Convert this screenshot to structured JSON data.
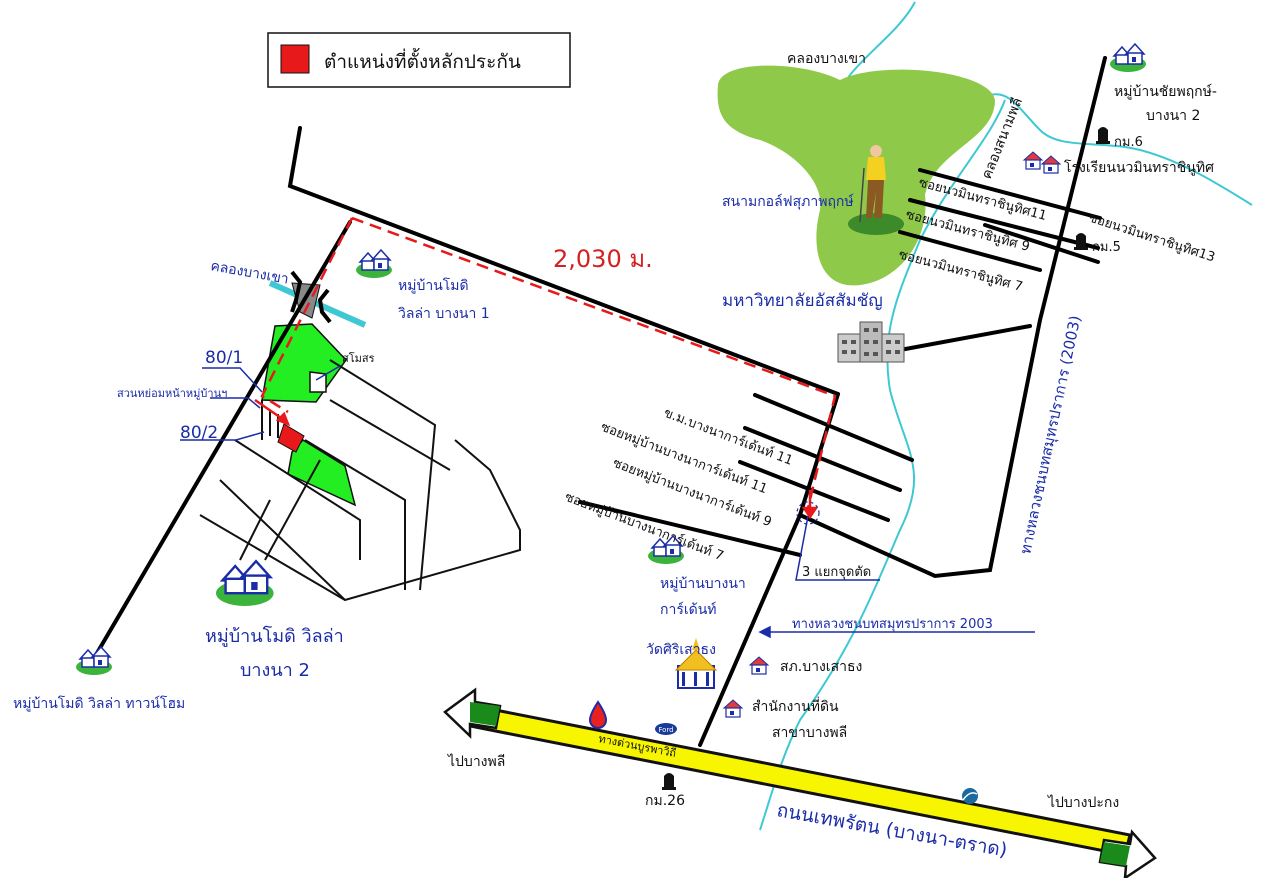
{
  "legend": {
    "label": "ตำแหน่งที่ตั้งหลักประกัน",
    "swatch_color": "#e8191a"
  },
  "distance_label": "2,030 ม.",
  "waterways": {
    "canal_top": "คลองบางเขา",
    "canal_left": "คลองบางเขา",
    "canal_right": "คลองสนามพลี"
  },
  "parcels": {
    "p1": "80/1",
    "p2": "80/2",
    "park": "สวนหย่อมหน้าหมู่บ้านฯ",
    "club": "สโมสร"
  },
  "villages": {
    "modi1_line1": "หมู่บ้านโมดิ",
    "modi1_line2": "วิลล่า บางนา 1",
    "modi2_line1": "หมู่บ้านโมดิ วิลล่า",
    "modi2_line2": "บางนา 2",
    "townhome": "หมู่บ้านโมดิ วิลล่า ทาวน์โฮม",
    "garden_line1": "หมู่บ้านบางนา",
    "garden_line2": "การ์เด้นท์",
    "chai_line1": "หมู่บ้านชัยพฤกษ์-",
    "chai_line2": "บางนา 2"
  },
  "roads": {
    "khm_bangna": "ข.ม.บางนาการ์เด้นท์ 11",
    "soi11": "ซอยหมู่บ้านบางนาการ์เด้นท์ 11",
    "soi9": "ซอยหมู่บ้านบางนาการ์เด้นท์ 9",
    "soi7": "ซอยหมู่บ้านบางนาการ์เด้นท์ 7",
    "nawamin11": "ซอยนวมินทราชินูทิศ11",
    "nawamin9": "ซอยนวมินทราชินูทิศ 9",
    "nawamin7": "ซอยนวมินทราชินูทิศ 7",
    "nawamin13": "ซอยนวมินทราชินูทิศ13",
    "highway_vertical": "ทางหลวงชนบทสมุทรปราการ (2003)",
    "highway_pointer": "ทางหลวงชนบทสมุทรปราการ 2003",
    "junction": "3 แยกจุดตัด",
    "expressway": "ทางด่วนบูรพาวิถี",
    "main_road": "ถนนเทพรัตน (บางนา-ตราด)",
    "to_bangphli": "ไปบางพลี",
    "to_bangpakong": "ไปบางปะกง"
  },
  "km": {
    "km6": "กม.6",
    "km5": "กม.5",
    "km26": "กม.26"
  },
  "landmarks": {
    "golf": "สนามกอล์ฟสุภาพฤกษ์",
    "university": "มหาวิทยาลัยอัสสัมชัญ",
    "school": "โรงเรียนนวมินทราชินูทิศ",
    "temple": "วัดศิริเสาธง",
    "police": "สภ.บางเสาธง",
    "land_office_line1": "สำนักงานที่ดิน",
    "land_office_line2": "สาขาบางพลี"
  },
  "colors": {
    "road": "#000000",
    "water": "#3ec8d3",
    "parcel_green": "#22ee22",
    "collateral_red": "#e8191a",
    "golf_green": "#8fc94a",
    "label_blue": "#1a2ca8",
    "distance_red": "#d42020",
    "expressway_yellow": "#f7f500"
  },
  "icons": [
    "house-icon",
    "km-marker-icon",
    "building-icon",
    "temple-icon",
    "ptt-logo-icon",
    "ford-logo-icon",
    "golfer-icon",
    "arrow-left-icon",
    "arrow-right-icon"
  ]
}
